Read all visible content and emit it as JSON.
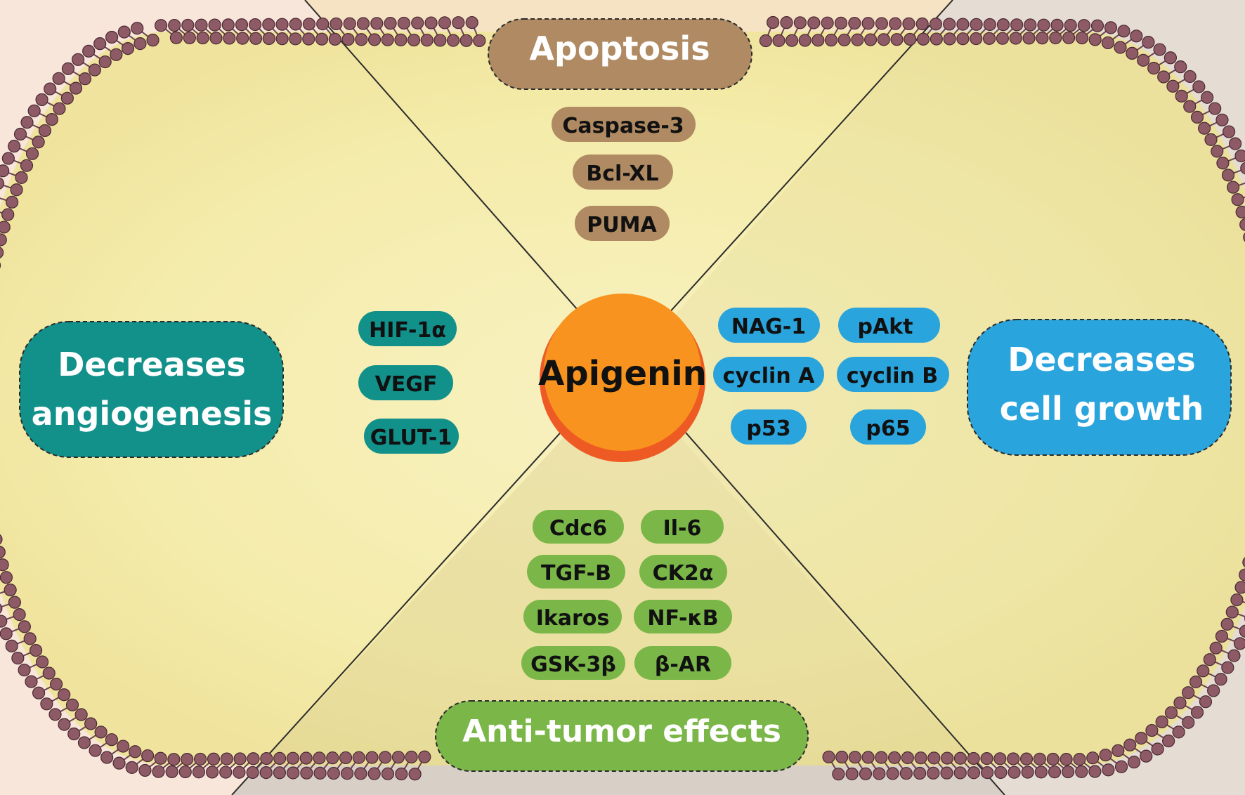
{
  "center": {
    "label": "Apigenin",
    "color": "#f7931e",
    "shade": "#ee5a24"
  },
  "categories": {
    "apoptosis": {
      "label": "Apoptosis",
      "color": "#b08a63"
    },
    "angiogenesis": {
      "label_line1": "Decreases",
      "label_line2": "angiogenesis",
      "color": "#12908a"
    },
    "cell_growth": {
      "label_line1": "Decreases",
      "label_line2": "cell growth",
      "color": "#2aa4dc"
    },
    "anti_tumor": {
      "label": "Anti-tumor effects",
      "color": "#7ab648"
    }
  },
  "apoptosis_markers": [
    "Caspase-3",
    "Bcl-XL",
    "PUMA"
  ],
  "angiogenesis_markers": [
    "HIF-1α",
    "VEGF",
    "GLUT-1"
  ],
  "cell_growth_markers": [
    "NAG-1",
    "pAkt",
    "cyclin A",
    "cyclin B",
    "p53",
    "p65"
  ],
  "anti_tumor_markers": [
    "Cdc6",
    "Il-6",
    "TGF-B",
    "CK2α",
    "Ikaros",
    "NF-κB",
    "GSK-3β",
    "β-AR"
  ],
  "colors": {
    "membrane_head": "#8e5a66",
    "membrane_tail": "#6b4450",
    "cell_fill": "#f4eca8",
    "quadrant_left": "#f8e6da",
    "quadrant_top": "#f6e3c3",
    "quadrant_right": "#e5ddd4",
    "quadrant_bottom": "#d8cfc7"
  }
}
